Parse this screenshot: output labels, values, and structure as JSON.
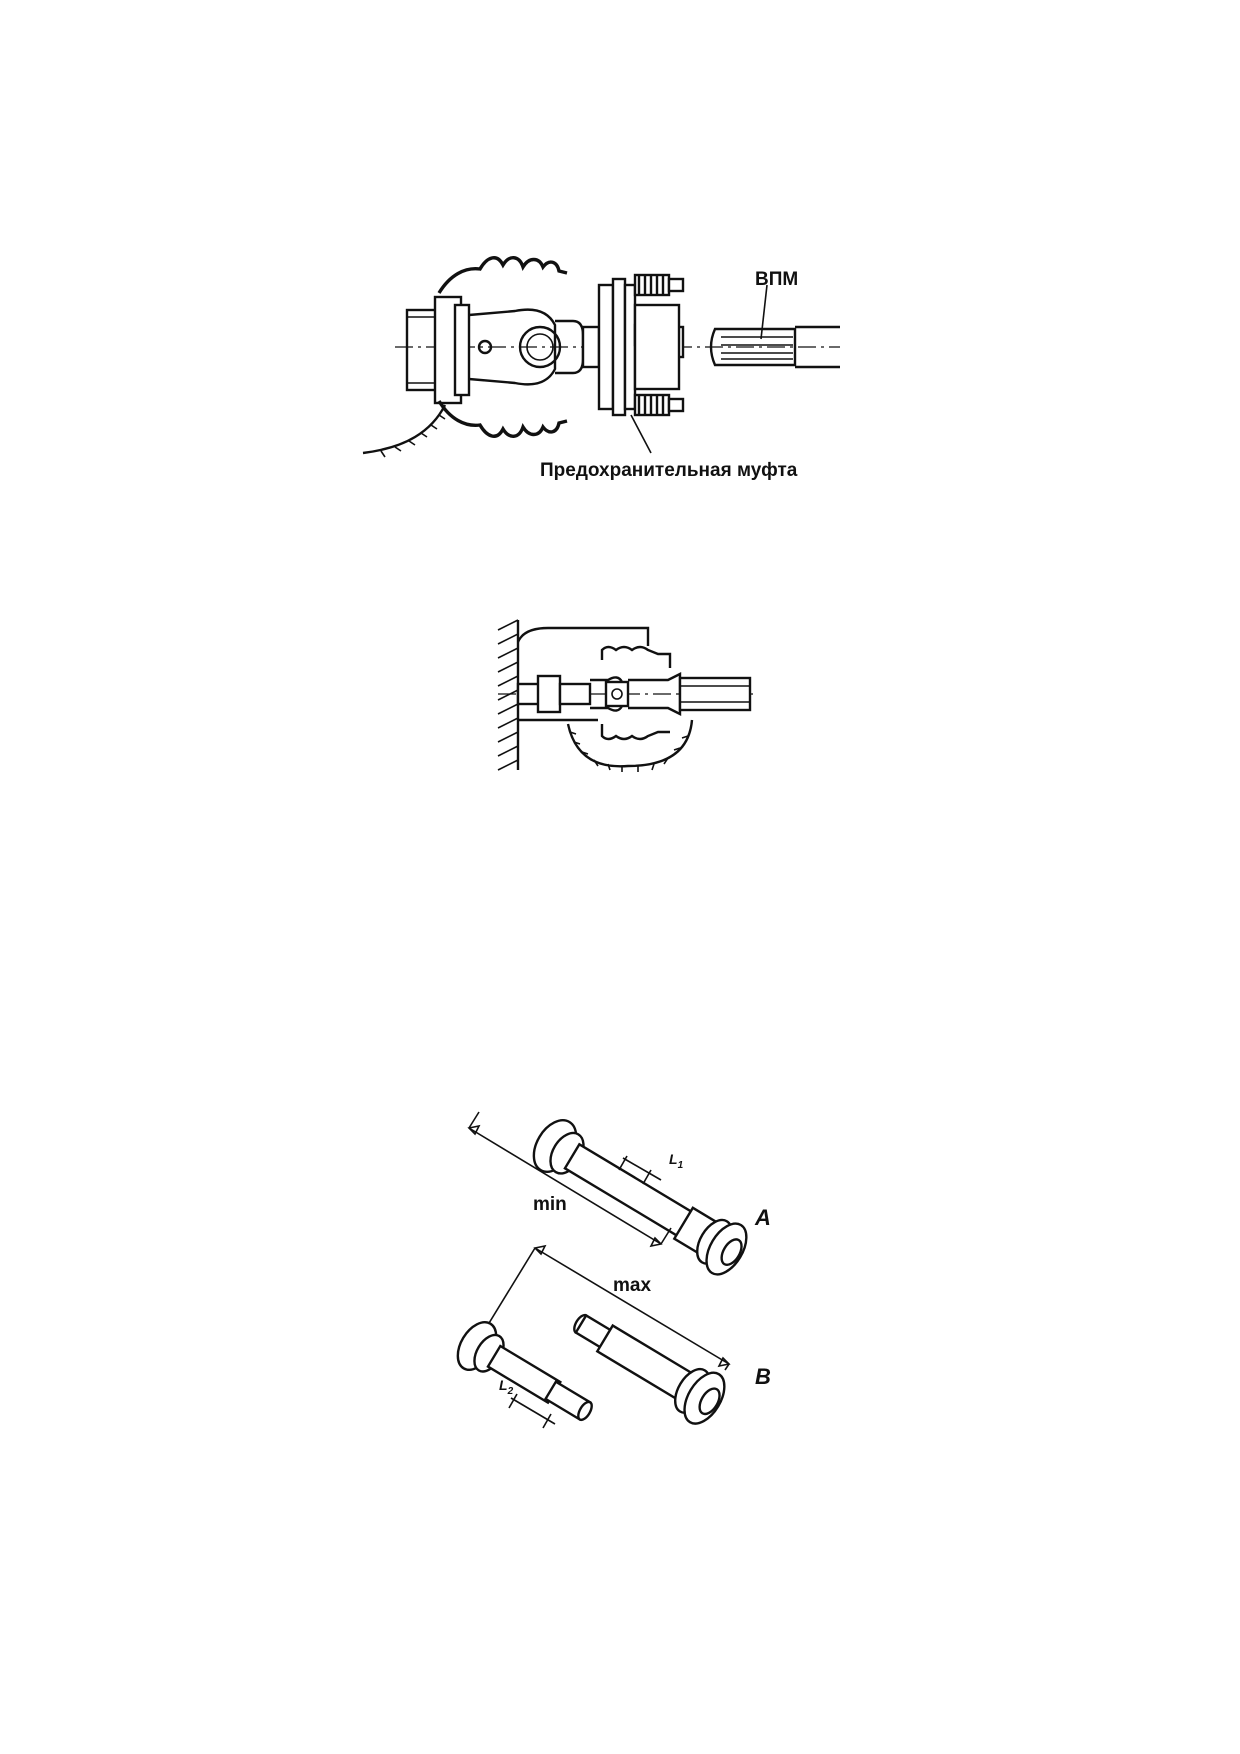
{
  "figure1": {
    "label_pto": "ВПМ",
    "label_clutch": "Предохранительная муфта"
  },
  "figure2": {},
  "figure3": {
    "label_min": "min",
    "label_max": "max",
    "label_l1": "L",
    "label_l1_sub": "1",
    "label_l2": "L",
    "label_l2_sub": "2",
    "label_a": "A",
    "label_b": "B"
  }
}
